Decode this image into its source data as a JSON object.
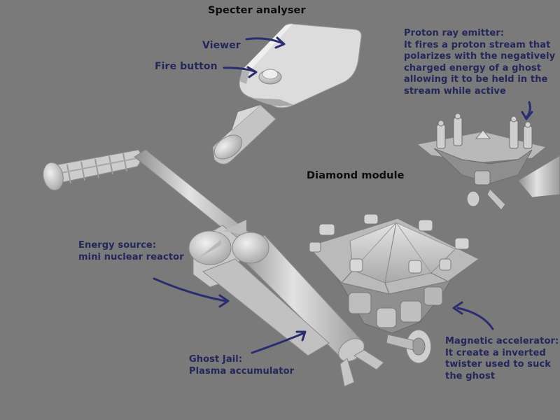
{
  "colors": {
    "background": "#7a7a7a",
    "model": "#d2d2d2",
    "model_shadow": "#9a9a9a",
    "annotation": "#25275c",
    "arrow": "#2b2d6e"
  },
  "labels": {
    "specter_analyser": "Specter analyser",
    "viewer": "Viewer",
    "fire_button": "Fire button",
    "diamond_module": "Diamond module",
    "proton_emitter": {
      "title": "Proton ray emitter:",
      "lines": [
        "It fires a proton stream that",
        "polarizes with the negatively",
        "charged energy of a ghost",
        "allowing it to be held in the",
        "stream while active"
      ]
    },
    "energy_source": {
      "title": "Energy source:",
      "line": "mini nuclear reactor"
    },
    "ghost_jail": {
      "title": "Ghost Jail:",
      "line": "Plasma accumulator"
    },
    "magnetic_accelerator": {
      "title": "Magnetic accelerator:",
      "lines": [
        "It create a inverted",
        "twister used to suck",
        "the ghost"
      ]
    }
  }
}
